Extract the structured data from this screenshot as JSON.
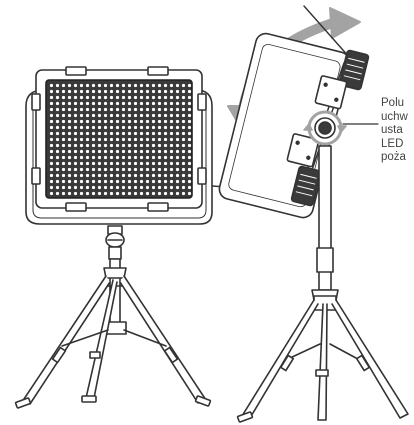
{
  "caption": {
    "lines": [
      "Polu",
      "uchw",
      "usta",
      "LED",
      "poża"
    ]
  },
  "colors": {
    "stroke": "#333333",
    "arrow": "#a3a3a3",
    "led_panel_fill": "#3a3a3a",
    "led_dot": "#ffffff",
    "text": "#444444"
  },
  "icons": {
    "rotation_arrow": "curved-double-arrow-icon",
    "tilt_knob": "knob-icon"
  }
}
